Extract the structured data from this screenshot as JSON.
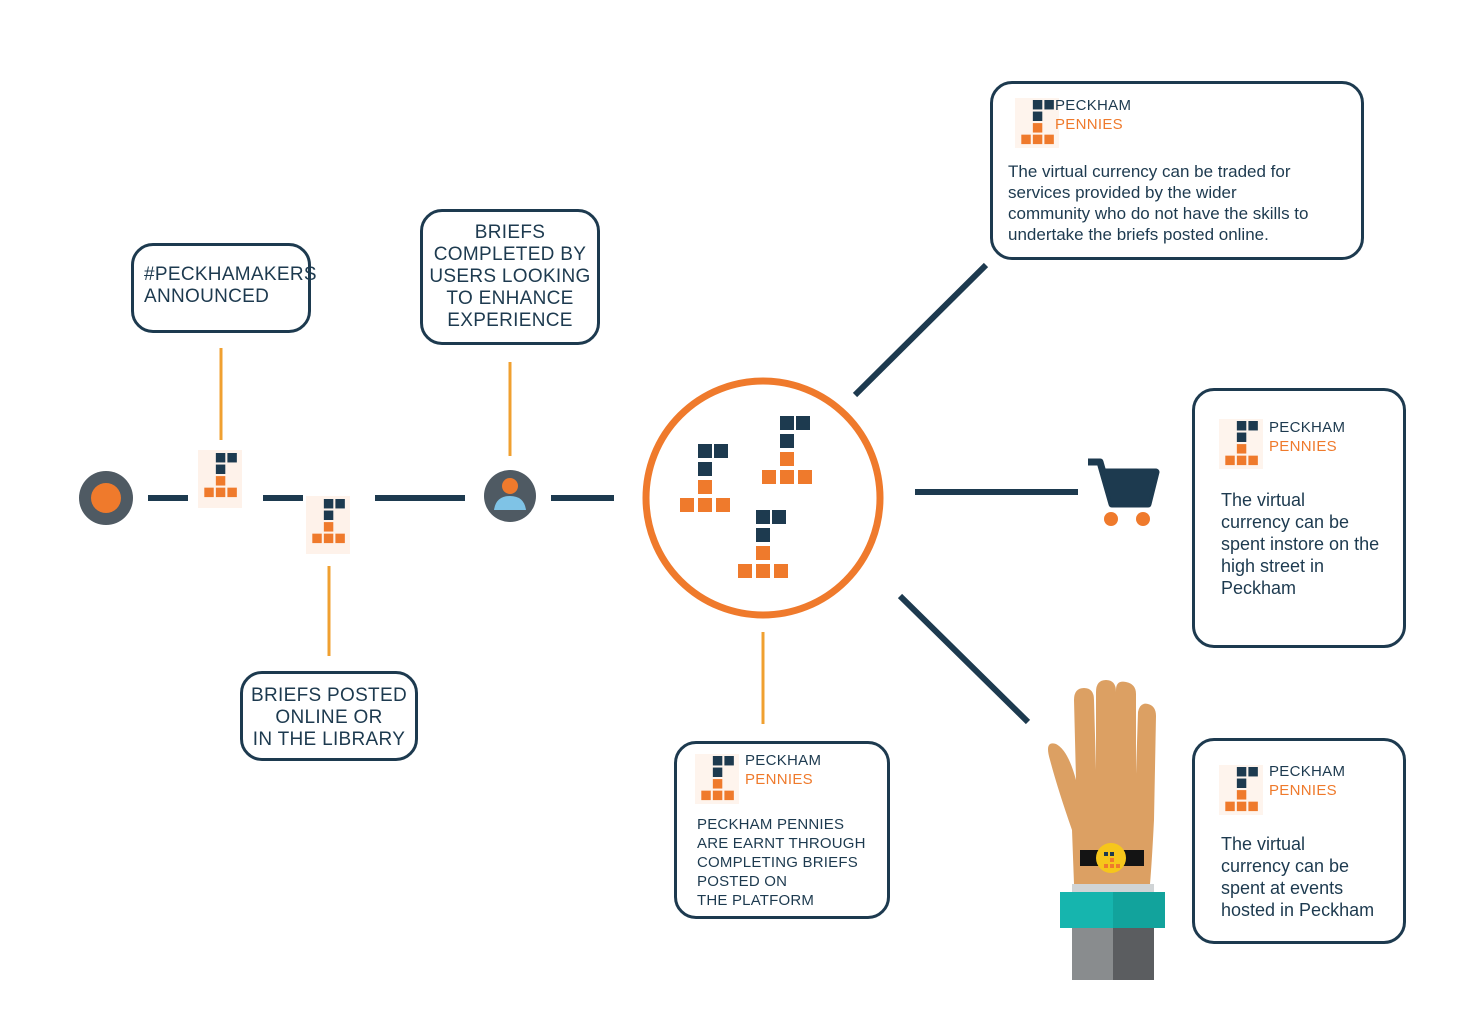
{
  "colors": {
    "navy": "#1d3a4f",
    "orange": "#ef7a2c",
    "line_orange": "#f0a030",
    "grey": "#4f5a63"
  },
  "timeline": {
    "announced": "#PECKHAMAKERS\nANNOUNCED",
    "briefs_posted": "BRIEFS POSTED\nONLINE OR\nIN THE LIBRARY",
    "briefs_completed": "BRIEFS\nCOMPLETED BY\nUSERS LOOKING\nTO ENHANCE\nEXPERIENCE"
  },
  "earn_card": {
    "brand_top": "PECKHAM",
    "brand_bottom": "PENNIES",
    "text": "PECKHAM PENNIES\nARE EARNT THROUGH\nCOMPLETING BRIEFS\nPOSTED ON\nTHE PLATFORM"
  },
  "trade_card": {
    "brand_top": "PECKHAM",
    "brand_bottom": "PENNIES",
    "text": "The virtual currency can be traded for\nservices provided by the wider\ncommunity who do not have the skills to\nundertake the briefs posted online."
  },
  "instore_card": {
    "brand_top": "PECKHAM",
    "brand_bottom": "PENNIES",
    "text": "The virtual\ncurrency can be\nspent instore on the\nhigh street in\nPeckham"
  },
  "events_card": {
    "brand_top": "PECKHAM",
    "brand_bottom": "PENNIES",
    "text": "The virtual\ncurrency can be\nspent at events\nhosted in Peckham"
  },
  "icons": [
    "start-dot-icon",
    "pennies-logo-icon",
    "user-avatar-icon",
    "shopping-cart-icon",
    "hand-wristband-icon"
  ]
}
